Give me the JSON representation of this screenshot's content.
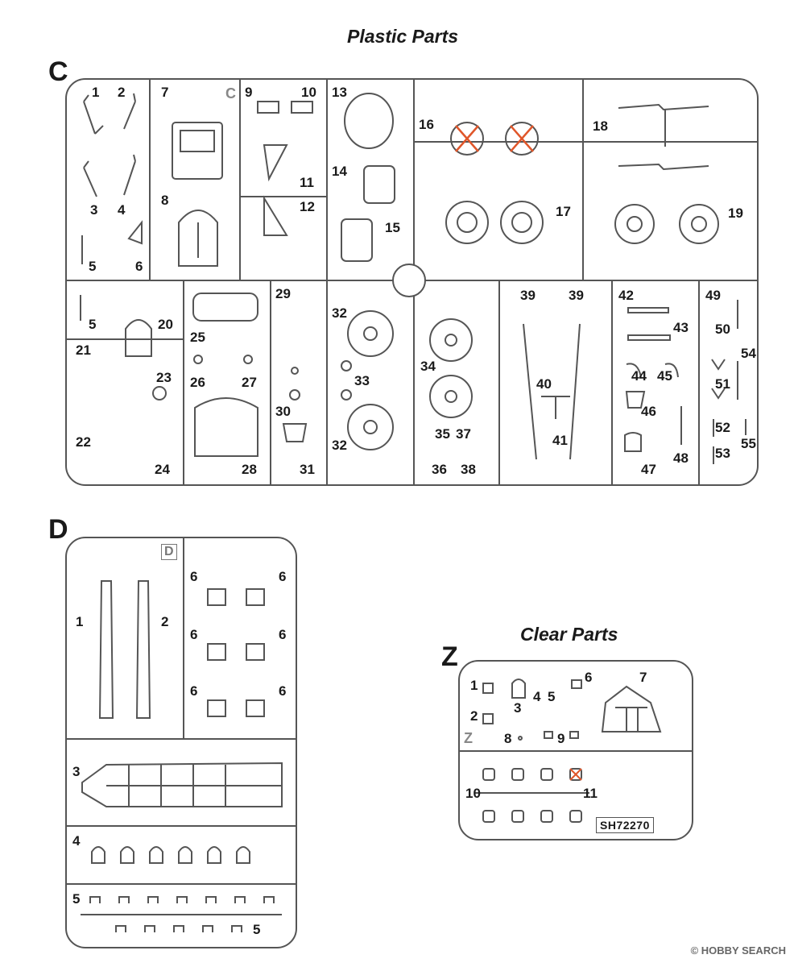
{
  "headings": {
    "plastic": "Plastic Parts",
    "clear": "Clear Parts"
  },
  "sprues": {
    "c": {
      "letter": "C",
      "mark": "C",
      "labels": [
        "1",
        "2",
        "3",
        "4",
        "5",
        "6",
        "7",
        "8",
        "9",
        "10",
        "11",
        "12",
        "13",
        "14",
        "15",
        "16",
        "17",
        "18",
        "19",
        "5",
        "20",
        "21",
        "22",
        "23",
        "24",
        "25",
        "26",
        "27",
        "28",
        "29",
        "30",
        "31",
        "32",
        "33",
        "32",
        "34",
        "35",
        "36",
        "37",
        "38",
        "39",
        "39",
        "40",
        "41",
        "42",
        "43",
        "44",
        "45",
        "46",
        "47",
        "48",
        "49",
        "50",
        "51",
        "52",
        "53",
        "54",
        "55"
      ]
    },
    "d": {
      "letter": "D",
      "mark": "D",
      "labels": [
        "1",
        "2",
        "6",
        "6",
        "6",
        "6",
        "6",
        "6",
        "3",
        "4",
        "5",
        "5"
      ]
    },
    "z": {
      "letter": "Z",
      "mark": "Z",
      "code": "SH72270",
      "labels": [
        "1",
        "2",
        "3",
        "4",
        "5",
        "6",
        "7",
        "8",
        "9",
        "10",
        "11"
      ]
    }
  },
  "footer": {
    "logo": "HOBBY SEARCH",
    "watermark_text": "© HOBBY SEARCH"
  },
  "colors": {
    "line": "#555555",
    "cross": "#e0562a"
  }
}
